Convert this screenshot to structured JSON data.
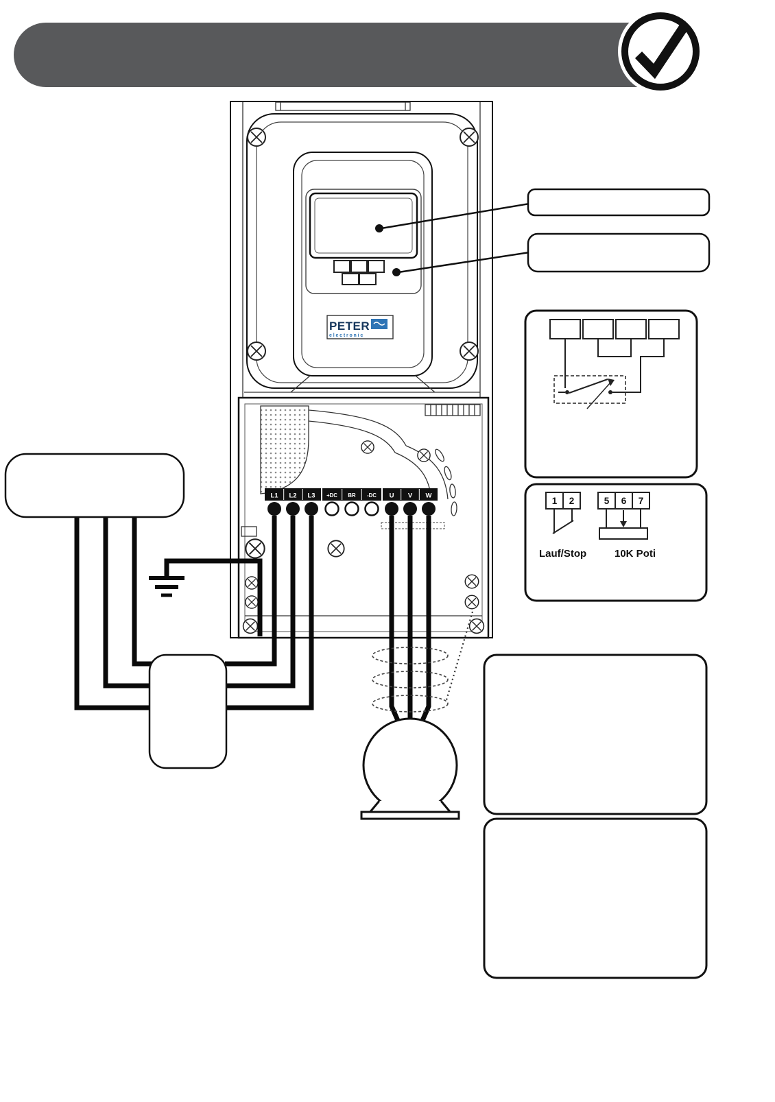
{
  "colors": {
    "header_bar": "#58595b",
    "brand_navy": "#16365c",
    "brand_blue": "#2e74b5"
  },
  "badge": {
    "icon": "checkmark"
  },
  "inverter": {
    "brand": "PETER",
    "brand_subtitle": "electronic",
    "power_terminals": [
      "L1",
      "L2",
      "L3"
    ],
    "dc_terminals": [
      "+DC",
      "BR",
      "-DC"
    ],
    "output_terminals": [
      "U",
      "V",
      "W"
    ]
  },
  "control_example": {
    "switch_terminals": [
      "1",
      "2"
    ],
    "poti_terminals": [
      "5",
      "6",
      "7"
    ],
    "run_stop_label": "Lauf/Stop",
    "poti_label": "10K Poti"
  }
}
